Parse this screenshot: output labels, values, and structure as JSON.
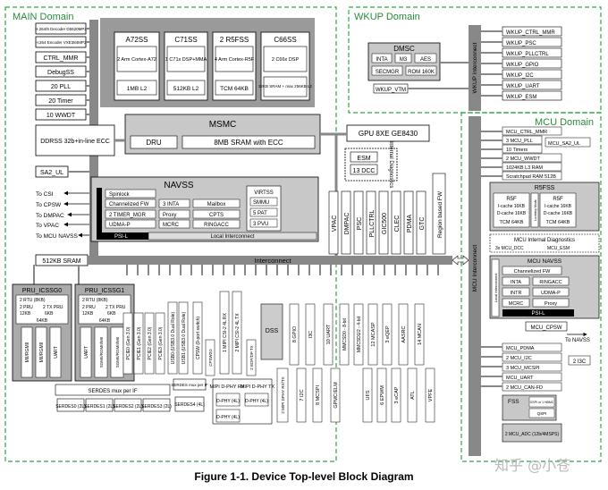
{
  "domains": {
    "main": "MAIN Domain",
    "wkup": "WKUP Domain",
    "mcu": "MCU Domain"
  },
  "main_left_blocks": [
    "H.264/5 Decoder D5520MP2",
    "H.264 Encoder VXE384MP2",
    "CTRL_MMR",
    "DebugSS",
    "20 PLL",
    "20 Timer",
    "10 WWDT"
  ],
  "cpu": {
    "a72": {
      "title": "A72SS",
      "body": "2 Arm Cortex-A72",
      "mem": "1MB L2"
    },
    "c71": {
      "title": "C71SS",
      "body": "1 C71x DSP+MMA",
      "mem": "512KB L2"
    },
    "r5f": {
      "title": "2 R5FSS",
      "body": "4 Arm Cortex-R5F",
      "mem": "TCM 64KB"
    },
    "c66": {
      "title": "C66SS",
      "body": "2 C66x DSP",
      "mem": "32KB SRAM + max 256KB L2"
    }
  },
  "msmc": {
    "title": "MSMC",
    "dru": "DRU",
    "sram": "8MB SRAM with ECC"
  },
  "ddrss": "DDRSS 32b+in-line ECC",
  "gpu": "GPU 8XE GE8430",
  "esm": {
    "esm": "ESM",
    "dcc": "13 DCC",
    "diag": "Internal Diagnostics"
  },
  "sa2ul": "SA2_UL",
  "navss": {
    "title": "NAVSS",
    "items": [
      "Spinlock",
      "Channelized FW",
      "2 TIMER_MGR",
      "UDMA-P",
      "3 INTA",
      "Proxy",
      "MCRC",
      "Mailbox",
      "CPTS",
      "RINGACC"
    ],
    "virtss": "VIRTSS",
    "virt_items": [
      "SMMU",
      "5 PAT",
      "3 PVU"
    ],
    "psil": "PSI-L",
    "local": "Local Interconnect"
  },
  "nav_outputs": [
    "To CSI",
    "To CPSW",
    "To DMPAC",
    "To VPAC",
    "To MCU NAVSS"
  ],
  "vertical_blocks": [
    "VPAC",
    "DMPAC",
    "PSC",
    "PLLCTRL",
    "GIC500",
    "CLEC",
    "PDMA",
    "GTC",
    "Region based FW"
  ],
  "sram512": "512KB SRAM",
  "interconnect": "Interconnect",
  "pru0": {
    "title": "PRU_ICSSG0",
    "rows": [
      "2 RTU (8KB)",
      "2 PRU",
      "2 TX PRU",
      "12KB",
      "6KB",
      "64KB"
    ],
    "ports": [
      "MII/RGMII",
      "MII/RGMII",
      "UART"
    ]
  },
  "pru1": {
    "title": "PRU_ICSSG1",
    "rows": [
      "2 RTU (8KB)",
      "2 PRU",
      "2 TX PRU",
      "12KB",
      "6KB",
      "64KB"
    ],
    "ports": [
      "UART",
      "SGMII/RGMII/MII",
      "SGMII/RGMII/MII"
    ]
  },
  "periph_vert": [
    "PCIE0 (Gen 3.0)",
    "PCIE1 (Gen 3.0)",
    "PCIE2 (Gen 3.0)",
    "PCIE3 (Gen 3.0)",
    "USB0 (USB3.0 Dual Role)",
    "USB1 (USB3.0 Dual Role)",
    "CPSW (9-port switch)",
    "1 MIPI CSI-2 4L RX",
    "2 MIPI CSI-2 4L TX",
    "DSS",
    "8 GPIO",
    "I3C",
    "10 UART",
    "MMCSD0 - 8-bit",
    "MMCSD1/2 - 4-bit",
    "12 MCASP",
    "3 eQEP",
    "AASRC",
    "14 MCAN",
    "2 MIPI DPHY RX/TX",
    "7 I2C",
    "8 MCSPI",
    "GPMC/ELM",
    "UFS",
    "6 EPWM",
    "3 eCAP",
    "ATL",
    "VPFE",
    "CPSW2G",
    "2 EDP/DP TX"
  ],
  "serdes": {
    "title": "SERDES mux per IF",
    "lanes": [
      "SERDES0 (2L)",
      "SERDES1 (2L)",
      "SERDES2 (2L)",
      "SERDES3 (2L)",
      "SERDES4 (4L)"
    ],
    "mux": "SERDES mux per IF"
  },
  "mipi": {
    "rx": "MIPI D-PHY RX",
    "tx": "MIPI D-PHY TX",
    "dphy": "D-PHY (4L)"
  },
  "wkup": {
    "dmsc": "DMSC",
    "dmsc_items": [
      "INTA",
      "M3",
      "AES",
      "SECMGR",
      "ROM 160K"
    ],
    "vtm": "WKUP_VTM",
    "items": [
      "WKUP_CTRL_MMR",
      "WKUP_PSC",
      "WKUP_PLLCTRL",
      "WKUP_GPIO",
      "WKUP_I2C",
      "WKUP_UART",
      "WKUP_ESM"
    ],
    "interconnect": "WKUP Interconnect"
  },
  "mcu": {
    "interconnect": "MCU Interconnect",
    "top": [
      "MCU_CTRL_MMR",
      "3 MCU_PLL",
      "MCU_SA2_UL",
      "10 Timers",
      "2 MCU_WWDT",
      "1024KB L3 RAM",
      "Scratchpad RAM 512B"
    ],
    "r5fss": {
      "title": "R5FSS",
      "r5f": "R5F",
      "cache": [
        "I-cache 16KB",
        "D-cache 16KB"
      ],
      "tcm": "TCM 64KB",
      "mid": "Lockstep Mode"
    },
    "diag": "MCU Internal Diagnostics",
    "diag_items": [
      "3x MCU_DCC",
      "MCU_ESM"
    ],
    "navss": {
      "title": "MCU NAVSS",
      "items": [
        "Channelized FW",
        "INTA",
        "RINGACC",
        "INTR",
        "UDMA-P",
        "MCRC",
        "Proxy"
      ],
      "psil": "PSI-L",
      "local": "Local Interconnect"
    },
    "cpsw": "MCU_CPSW",
    "to_navss": "To NAVSS",
    "lower": [
      "MCU_PDMA",
      "2 MCU_I2C",
      "3 MCU_MCSPI",
      "MCU_UART",
      "2 MCU_CAN-FD"
    ],
    "i3c": "2 I3C",
    "fss": "FSS",
    "fss_items": [
      "OSPI or 1 HBMC",
      "QSPI"
    ],
    "adc": "2 MCU_ADC (12b/4MSPS)"
  },
  "caption": "Figure 1-1. Device Top-level Block Diagram",
  "watermark": "知乎 @小苍"
}
